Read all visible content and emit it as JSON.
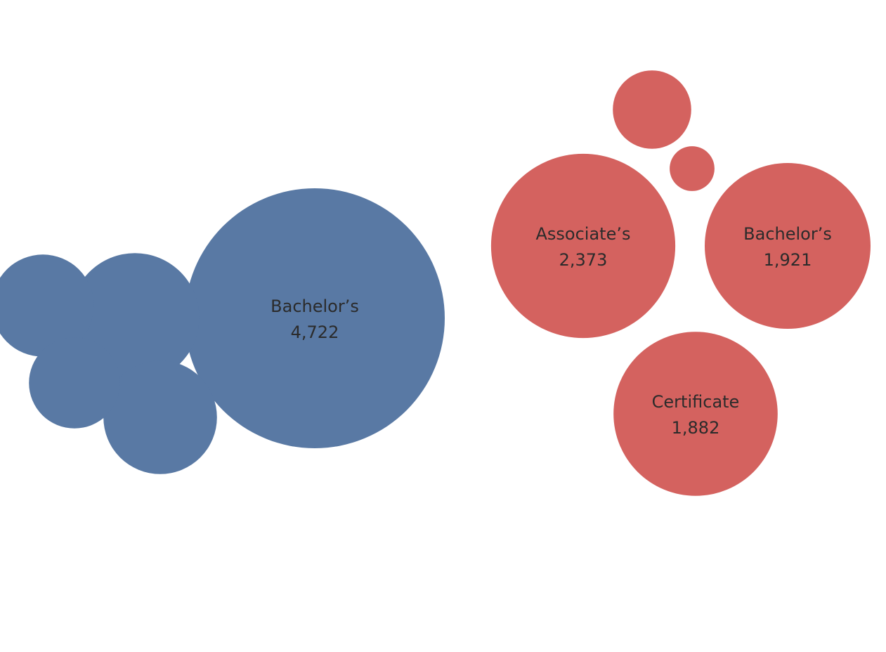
{
  "chart_data": [
    {
      "type": "bubble",
      "color": "#5979a4",
      "bubbles": [
        {
          "label": "Bachelor’s",
          "value_text": "4,722",
          "value": 4722
        },
        {
          "label": "",
          "value_text": "",
          "value": 1160
        },
        {
          "label": "",
          "value_text": "",
          "value": 900
        },
        {
          "label": "",
          "value_text": "",
          "value": 730
        },
        {
          "label": "",
          "value_text": "",
          "value": 580
        }
      ]
    },
    {
      "type": "bubble",
      "color": "#d4625f",
      "bubbles": [
        {
          "label": "Associate’s",
          "value_text": "2,373",
          "value": 2373
        },
        {
          "label": "Bachelor’s",
          "value_text": "1,921",
          "value": 1921
        },
        {
          "label": "Certificate",
          "value_text": "1,882",
          "value": 1882
        },
        {
          "label": "",
          "value_text": "",
          "value": 430
        },
        {
          "label": "",
          "value_text": "",
          "value": 140
        }
      ]
    }
  ]
}
